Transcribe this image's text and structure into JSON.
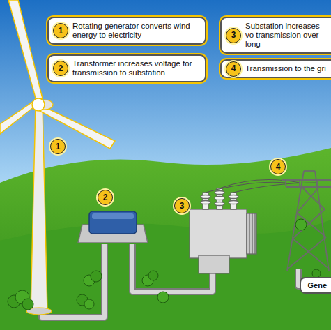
{
  "diagram": {
    "nodes": [
      {
        "text": [
          "Rotating generator converts wind energy to electricity"
        ]
      },
      {
        "text": [
          "1"
        ],
        "in": 0
      },
      {
        "text": [
          "Transformer increases voltage for transmission to substation"
        ]
      },
      {
        "text": [
          "2"
        ],
        "in": 2
      },
      {
        "text": [
          "Substation increases vo transmission over long"
        ]
      },
      {
        "text": [
          "3"
        ],
        "in": 4
      },
      {
        "text": [
          "Transmission to the gri"
        ]
      },
      {
        "text": [
          "4"
        ],
        "in": 6
      },
      {
        "text": [
          "1"
        ]
      },
      {
        "text": [
          "2"
        ]
      },
      {
        "text": [
          "3"
        ]
      },
      {
        "text": [
          "4"
        ]
      },
      {
        "text": [
          "Gene"
        ]
      }
    ]
  }
}
